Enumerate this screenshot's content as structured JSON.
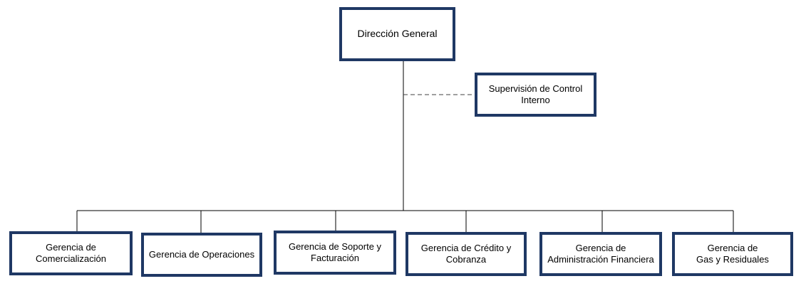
{
  "org_chart": {
    "top": {
      "label": "Dirección General"
    },
    "staff": {
      "label": "Supervisión de Control\nInterno"
    },
    "departments": [
      {
        "label": "Gerencia de\nComercialización"
      },
      {
        "label": "Gerencia de Operaciones"
      },
      {
        "label": "Gerencia de Soporte y\nFacturación"
      },
      {
        "label": "Gerencia de Crédito y\nCobranza"
      },
      {
        "label": "Gerencia de\nAdministración Financiera"
      },
      {
        "label": "Gerencia de\nGas y Residuales"
      }
    ]
  },
  "colors": {
    "box_border": "#1f3864",
    "connector": "#000000",
    "dashed_connector": "#404040"
  }
}
